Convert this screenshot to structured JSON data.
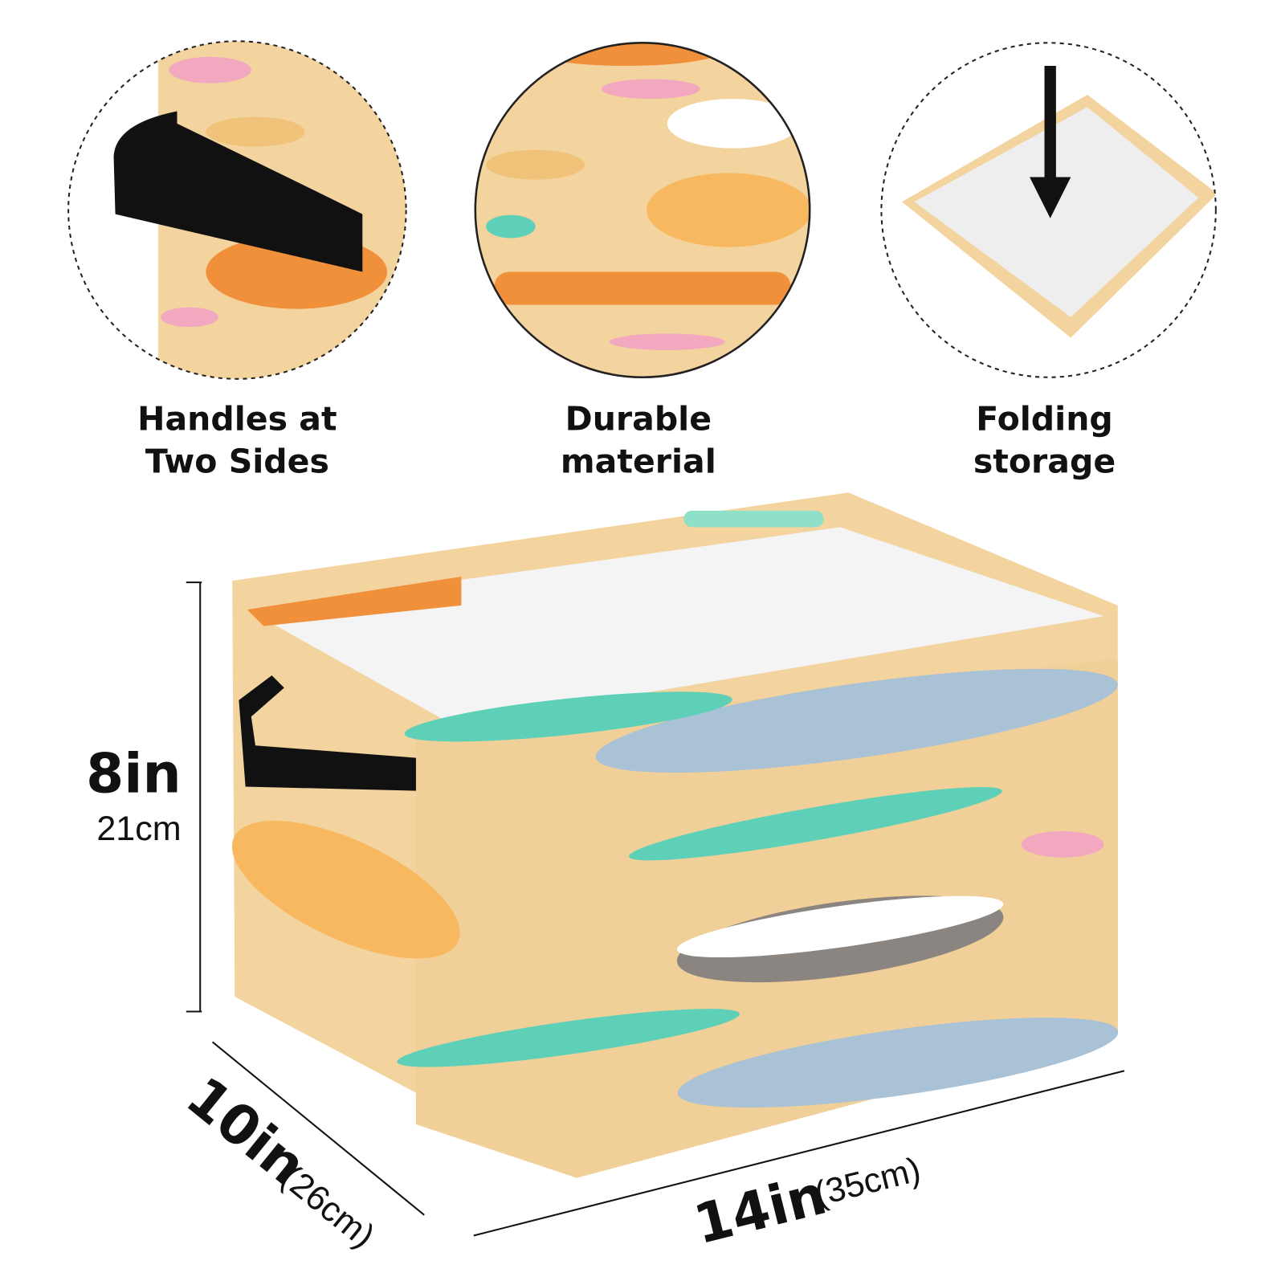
{
  "features": [
    {
      "line1": "Handles at",
      "line2": "Two Sides"
    },
    {
      "line1": "Durable",
      "line2": "material"
    },
    {
      "line1": "Folding",
      "line2": "storage"
    }
  ],
  "dimensions": {
    "height_in": "8in",
    "height_cm": "21cm",
    "depth_in": "10in",
    "depth_cm": "(26cm)",
    "width_in": "14in",
    "width_cm": "(35cm)"
  },
  "colors": {
    "fabric": "#f3d39e",
    "handle": "#111111",
    "lining": "#f2f2f2",
    "teal": "#5fd0b8",
    "orange": "#f0903a",
    "blue": "#a9c2d6",
    "pink": "#f2a9bf"
  }
}
